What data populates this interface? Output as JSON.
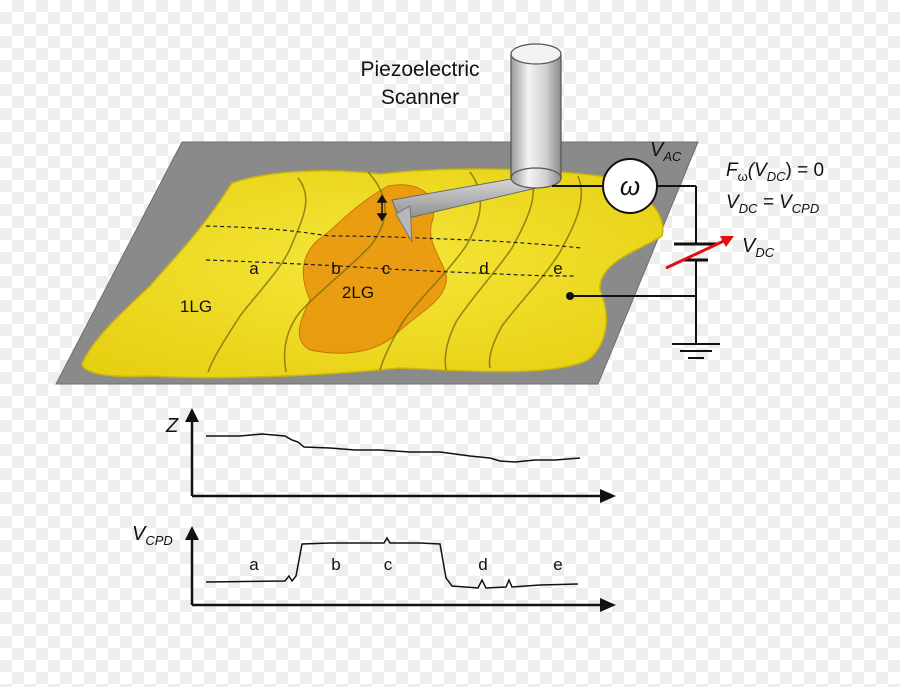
{
  "scanner": {
    "line1": "Piezoelectric",
    "line2": "Scanner"
  },
  "source": {
    "symbol": "ω"
  },
  "vac": {
    "main": "V",
    "sub": "AC"
  },
  "equation1": {
    "f": "F",
    "fsub": "ω",
    "mid": "(V",
    "msub": "DC",
    "end": ") = 0"
  },
  "equation2": {
    "a": "V",
    "asub": "DC",
    "eq": " = V",
    "bsub": "CPD"
  },
  "vdc": {
    "main": "V",
    "sub": "DC"
  },
  "sample": {
    "layer1": "1LG",
    "layer2": "2LG",
    "points": [
      "a",
      "b",
      "c",
      "d",
      "e"
    ]
  },
  "z_plot": {
    "ylabel": "Z"
  },
  "vcpd_plot": {
    "ylabel_main": "V",
    "ylabel_sub": "CPD",
    "points": [
      "a",
      "b",
      "c",
      "d",
      "e"
    ]
  },
  "colors": {
    "substrate": "#8c8c8c",
    "graphene_1lg": "#f2de1a",
    "graphene_2lg": "#e8900c",
    "bias_arrow": "#e01010"
  }
}
